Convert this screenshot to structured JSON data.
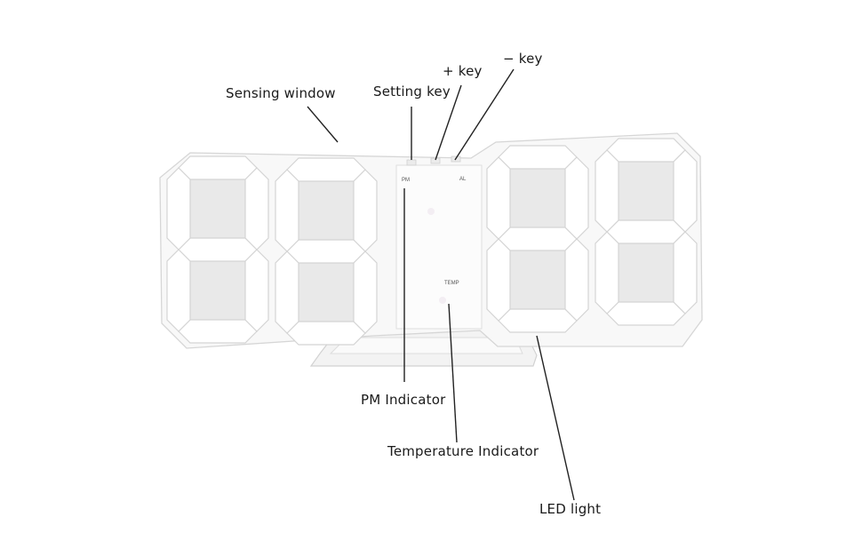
{
  "colors": {
    "clock_body": "#f7f7f7",
    "segment": "#ffffff",
    "segment_outline": "#d4d4d4",
    "segment_shade": "#e9e9e9",
    "panel": "#fbfbfb",
    "leader_line": "#222222",
    "text": "#1a1a1a"
  },
  "clock": {
    "digit_count": 4,
    "panel_labels": {
      "pm": "PM",
      "al": "AL",
      "temp": "TEMP"
    }
  },
  "callouts": {
    "sensing_window": "Sensing window",
    "setting_key": "Setting key",
    "plus_key": "+ key",
    "minus_key": "− key",
    "pm_indicator": "PM Indicator",
    "temperature_indicator": "Temperature Indicator",
    "led_light": "LED light"
  }
}
